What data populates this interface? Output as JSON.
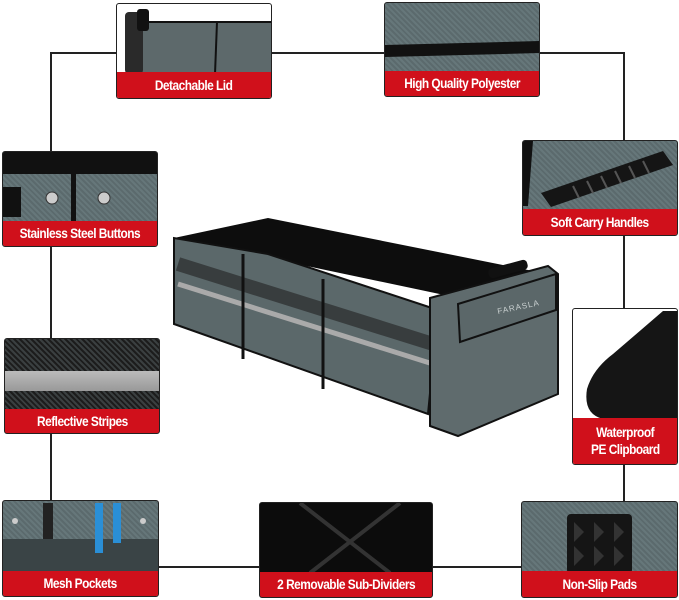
{
  "features": [
    {
      "id": "detachable-lid",
      "label": "Detachable Lid"
    },
    {
      "id": "high-quality-polyester",
      "label": "High Quality Polyester"
    },
    {
      "id": "stainless-steel-buttons",
      "label": "Stainless Steel Buttons"
    },
    {
      "id": "soft-carry-handles",
      "label": "Soft Carry Handles"
    },
    {
      "id": "reflective-stripes",
      "label": "Reflective Stripes"
    },
    {
      "id": "waterproof-pe-clipboard",
      "label_line1": "Waterproof",
      "label_line2": "PE Clipboard"
    },
    {
      "id": "mesh-pockets",
      "label": "Mesh Pockets"
    },
    {
      "id": "removable-sub-dividers",
      "label": "2 Removable Sub-Dividers"
    },
    {
      "id": "non-slip-pads",
      "label": "Non-Slip Pads"
    }
  ],
  "product": {
    "brand": "FARASLA"
  },
  "colors": {
    "label_red": "#d0101b",
    "fabric_gray": "#5f6b6d",
    "frame_line": "#222222"
  }
}
